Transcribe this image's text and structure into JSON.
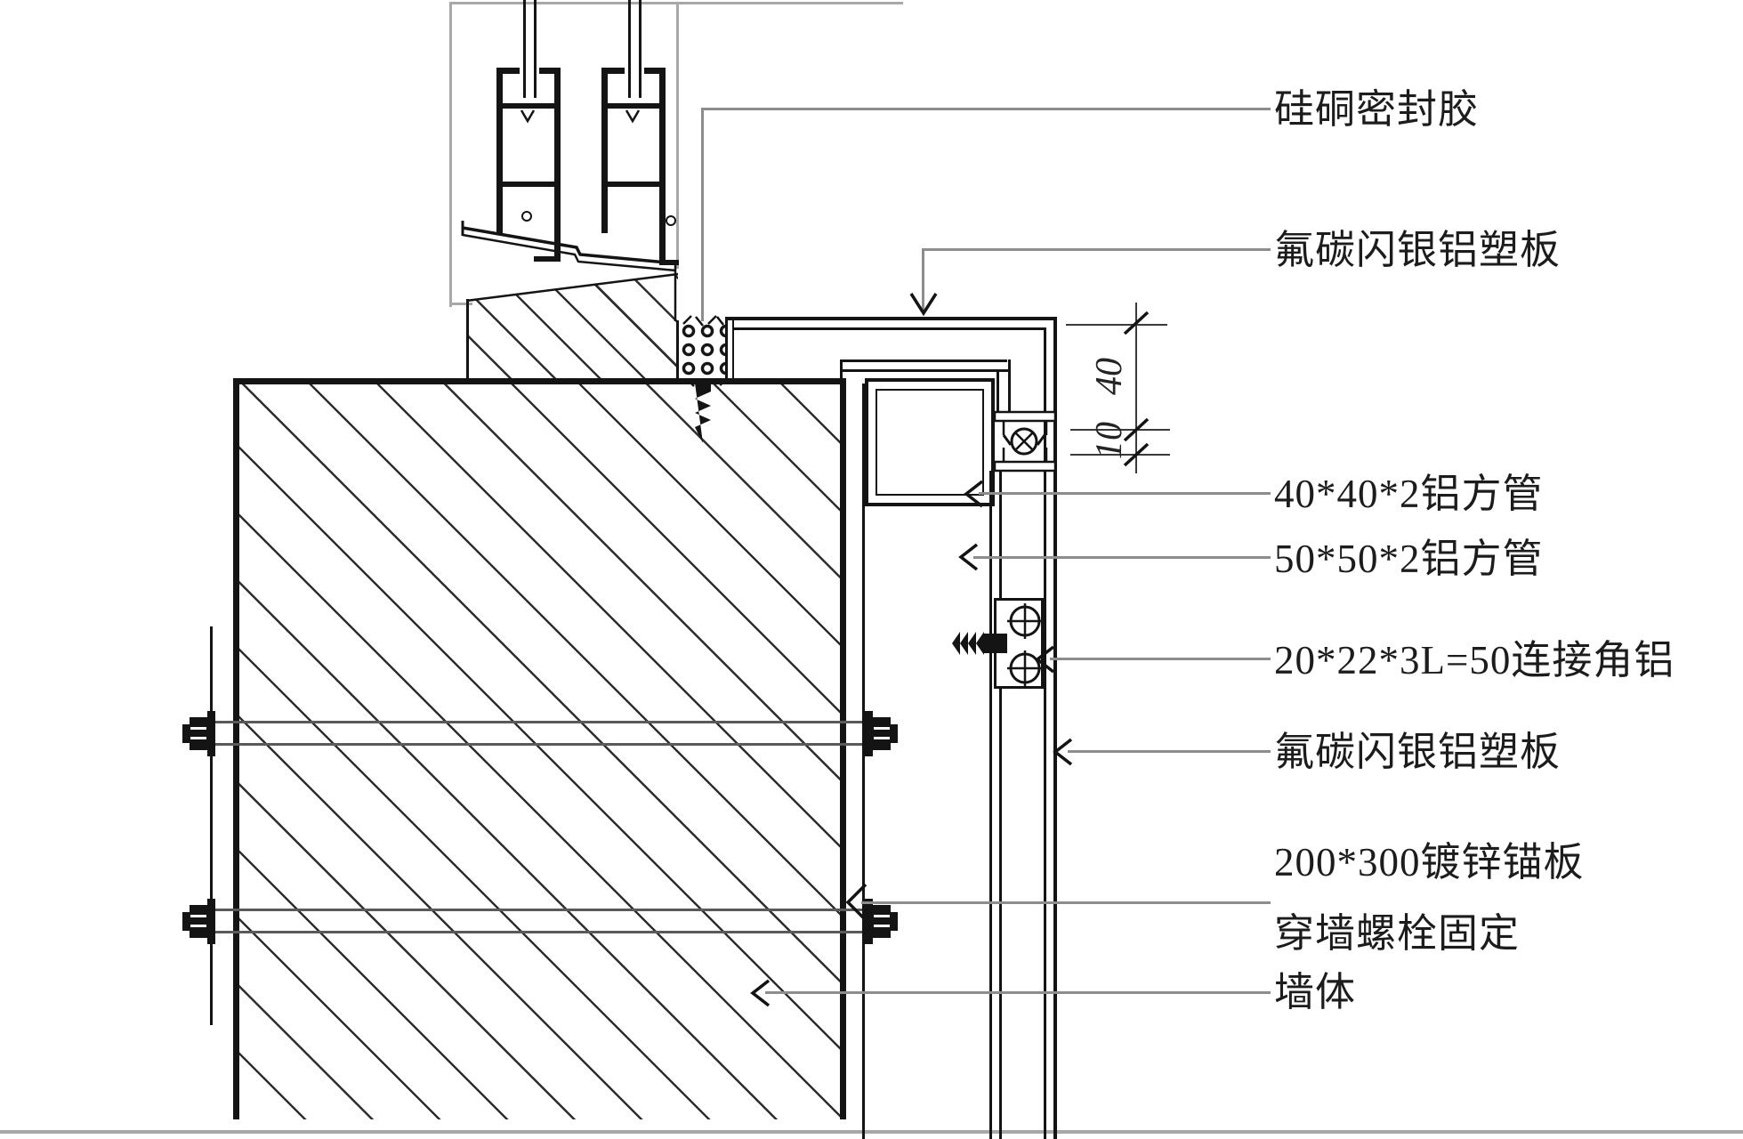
{
  "drawing": {
    "type": "architectural-detail-section",
    "callouts": {
      "silicone_sealant": "硅硐密封胶",
      "acp_top": "氟碳闪银铝塑板",
      "square_tube_40": "40*40*2铝方管",
      "square_tube_50": "50*50*2铝方管",
      "angle_connector": "20*22*3L=50连接角铝",
      "acp_side": "氟碳闪银铝塑板",
      "anchor_plate": "200*300镀锌锚板",
      "through_wall_bolt": "穿墙螺栓固定",
      "wall_body": "墙体"
    },
    "dimensions": {
      "panel_return_depth": "40",
      "panel_seam_gap": "10"
    },
    "colors": {
      "line": "#141414",
      "leader_line": "#8d8d8d",
      "light_line": "#a8a8a8",
      "background": "#ffffff"
    }
  }
}
